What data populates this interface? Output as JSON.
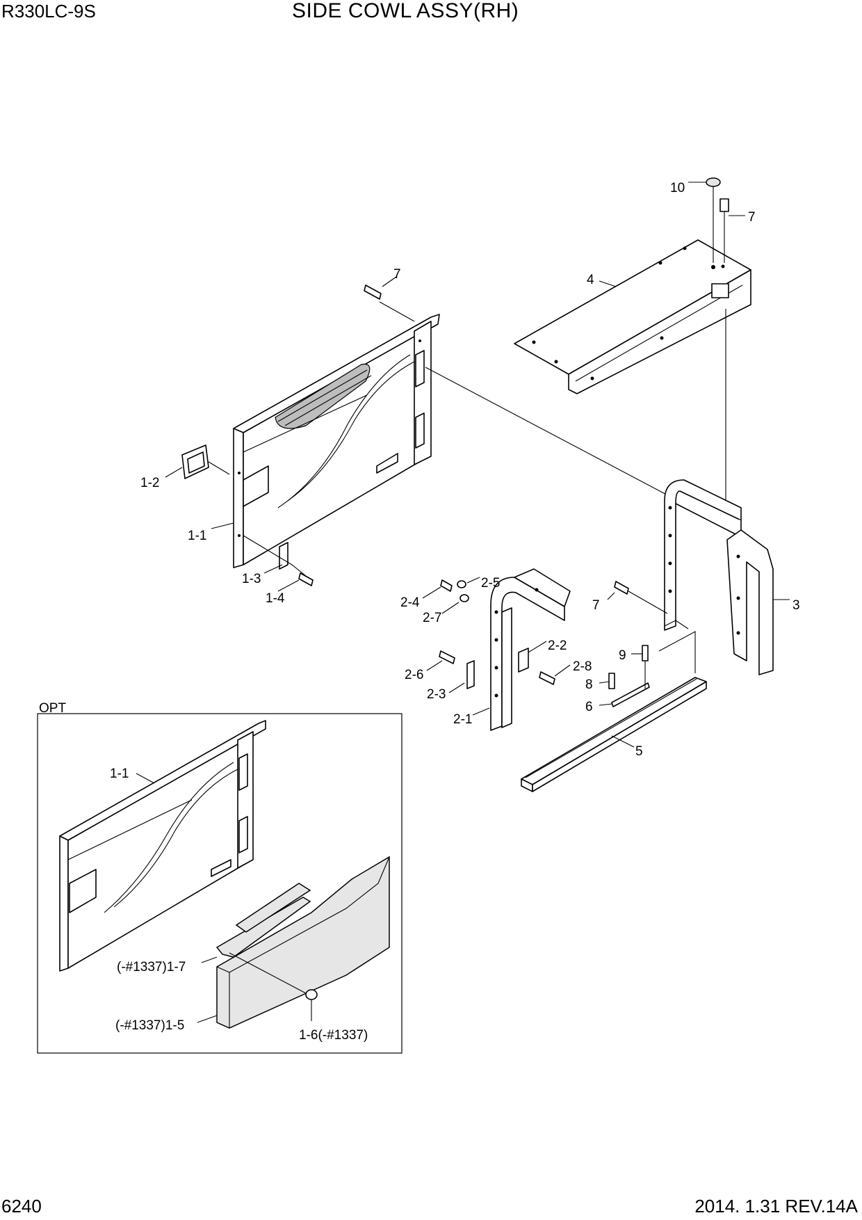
{
  "header": {
    "model": "R330LC-9S",
    "title": "SIDE COWL ASSY(RH)"
  },
  "footer": {
    "page_number": "6240",
    "date_rev": "2014. 1.31  REV.14A"
  },
  "opt_box": {
    "label": "OPT"
  },
  "callouts": {
    "c10": "10",
    "c7_top": "7",
    "c4": "4",
    "c7_left": "7",
    "c1_2": "1-2",
    "c1_1": "1-1",
    "c1_3": "1-3",
    "c1_4": "1-4",
    "c3": "3",
    "c7_mid": "7",
    "c2_4": "2-4",
    "c2_5": "2-5",
    "c2_7": "2-7",
    "c2_2": "2-2",
    "c2_6": "2-6",
    "c2_8": "2-8",
    "c2_3": "2-3",
    "c2_1": "2-1",
    "c9": "9",
    "c8": "8",
    "c6": "6",
    "c5": "5",
    "opt_1_1": "1-1",
    "opt_1_7": "(-#1337)1-7",
    "opt_1_5": "(-#1337)1-5",
    "opt_1_6": "1-6(-#1337)"
  }
}
